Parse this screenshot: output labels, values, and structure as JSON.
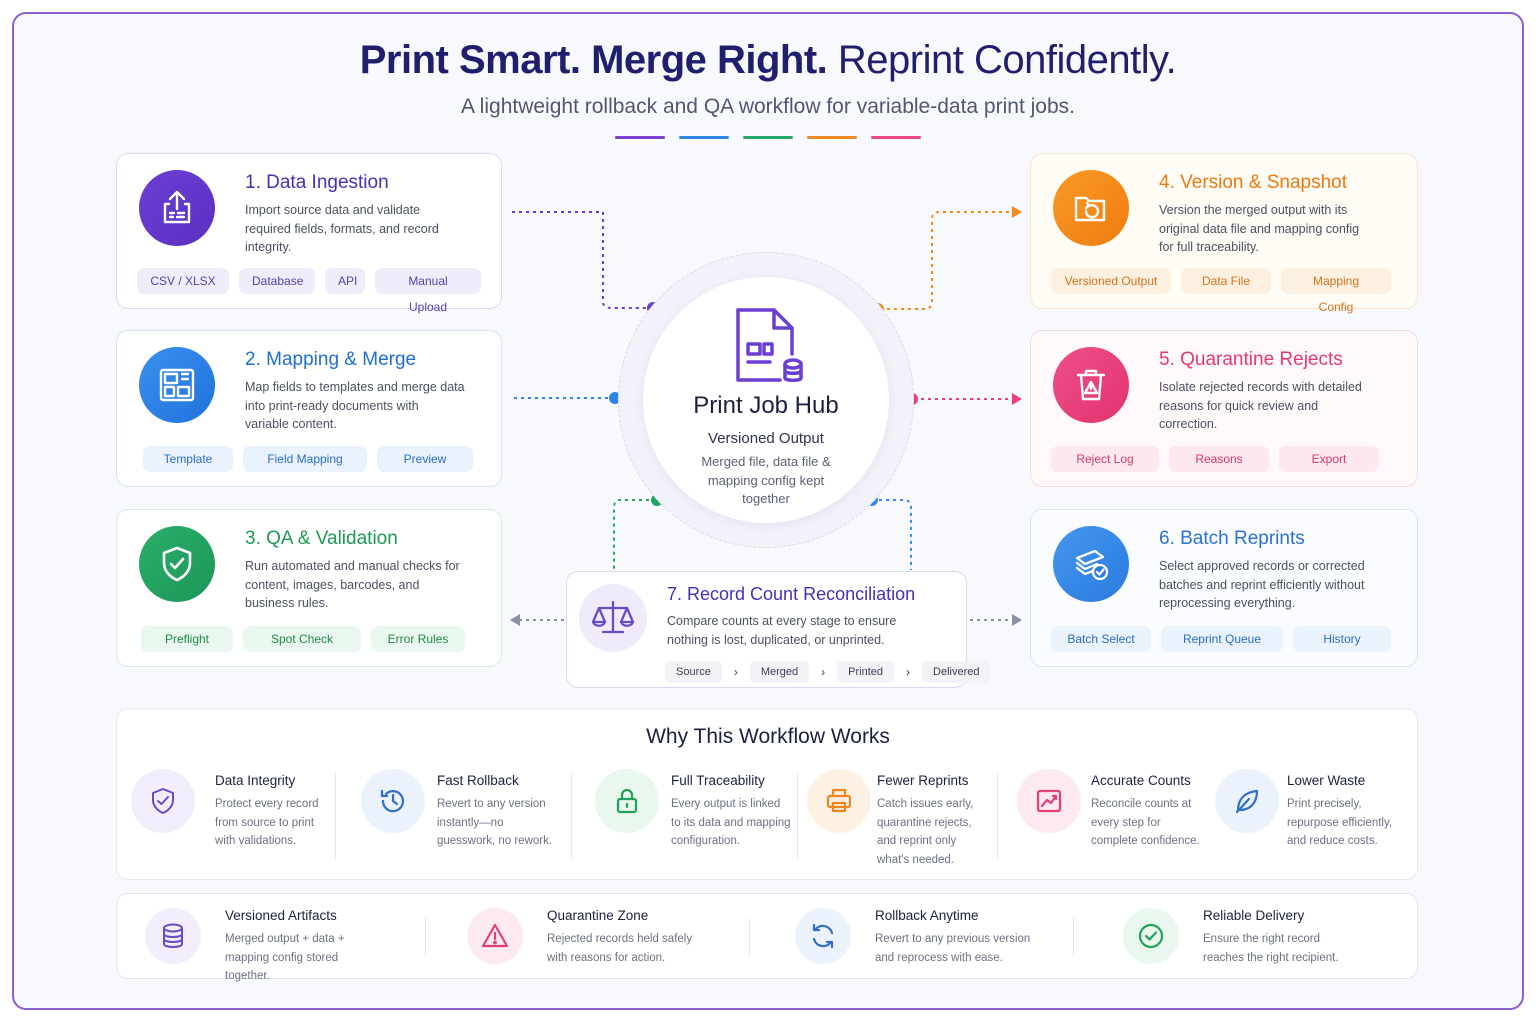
{
  "header": {
    "title_bold": "Print Smart. Merge Right.",
    "title_light": "Reprint Confidently.",
    "subtitle": "A lightweight rollback and QA workflow for variable-data print jobs.",
    "accent_colors": [
      "#7b3fd0",
      "#2d86e0",
      "#26a66a",
      "#f08a24",
      "#ea4a86"
    ]
  },
  "colors": {
    "purple": "#6a3fd1",
    "blue": "#2f82e8",
    "green": "#27a463",
    "orange": "#f5891b",
    "pink": "#ea3f78",
    "lightblue": "#3a8ae8"
  },
  "cards": [
    {
      "title": "1. Data Ingestion",
      "desc": "Import source data and validate required fields, formats, and record integrity.",
      "icon": "upload-icon",
      "tags": [
        "CSV / XLSX",
        "Database",
        "API",
        "Manual Upload"
      ]
    },
    {
      "title": "2. Mapping & Merge",
      "desc": "Map fields to templates and merge data into print-ready documents with variable content.",
      "icon": "layout-icon",
      "tags": [
        "Template",
        "Field Mapping",
        "Preview"
      ]
    },
    {
      "title": "3. QA & Validation",
      "desc": "Run automated and manual checks for content, images, barcodes, and business rules.",
      "icon": "shield-check-icon",
      "tags": [
        "Preflight",
        "Spot Check",
        "Error Rules"
      ]
    },
    {
      "title": "4. Version & Snapshot",
      "desc": "Version the merged output with its original data file and mapping config for full traceability.",
      "icon": "folder-restore-icon",
      "tags": [
        "Versioned Output",
        "Data File",
        "Mapping Config"
      ]
    },
    {
      "title": "5. Quarantine Rejects",
      "desc": "Isolate rejected records with detailed reasons for quick review and correction.",
      "icon": "trash-warning-icon",
      "tags": [
        "Reject Log",
        "Reasons",
        "Export"
      ]
    },
    {
      "title": "6. Batch Reprints",
      "desc": "Select approved records or corrected batches and reprint efficiently without reprocessing everything.",
      "icon": "stack-check-icon",
      "tags": [
        "Batch Select",
        "Reprint Queue",
        "History"
      ]
    }
  ],
  "hub": {
    "title": "Print Job Hub",
    "subtitle": "Versioned Output",
    "desc": "Merged file, data file & mapping config kept together",
    "icon": "document-database-icon"
  },
  "reconcile": {
    "title": "7. Record Count Reconciliation",
    "desc": "Compare counts at every stage to ensure nothing is lost, duplicated, or unprinted.",
    "icon": "scale-icon",
    "steps": [
      "Source",
      "Merged",
      "Printed",
      "Delivered"
    ]
  },
  "why": {
    "title": "Why This Workflow Works",
    "items": [
      {
        "title": "Data Integrity",
        "desc": "Protect every record from source to print with validations.",
        "icon": "shield-check-icon"
      },
      {
        "title": "Fast Rollback",
        "desc": "Revert to any version instantly—no guesswork, no rework.",
        "icon": "history-icon"
      },
      {
        "title": "Full Traceability",
        "desc": "Every output is linked to its data and mapping configuration.",
        "icon": "lock-icon"
      },
      {
        "title": "Fewer Reprints",
        "desc": "Catch issues early, quarantine rejects, and reprint only what's needed.",
        "icon": "printer-icon"
      },
      {
        "title": "Accurate Counts",
        "desc": "Reconcile counts at every step for complete confidence.",
        "icon": "chart-icon"
      },
      {
        "title": "Lower Waste",
        "desc": "Print precisely, repurpose efficiently, and reduce costs.",
        "icon": "leaf-icon"
      }
    ]
  },
  "footer": {
    "items": [
      {
        "title": "Versioned Artifacts",
        "desc": "Merged output + data + mapping config stored together.",
        "icon": "database-icon"
      },
      {
        "title": "Quarantine Zone",
        "desc": "Rejected records held safely with reasons for action.",
        "icon": "warning-icon"
      },
      {
        "title": "Rollback Anytime",
        "desc": "Revert to any previous version and reprocess with ease.",
        "icon": "refresh-icon"
      },
      {
        "title": "Reliable Delivery",
        "desc": "Ensure the right record reaches the right recipient.",
        "icon": "check-circle-icon"
      }
    ]
  }
}
